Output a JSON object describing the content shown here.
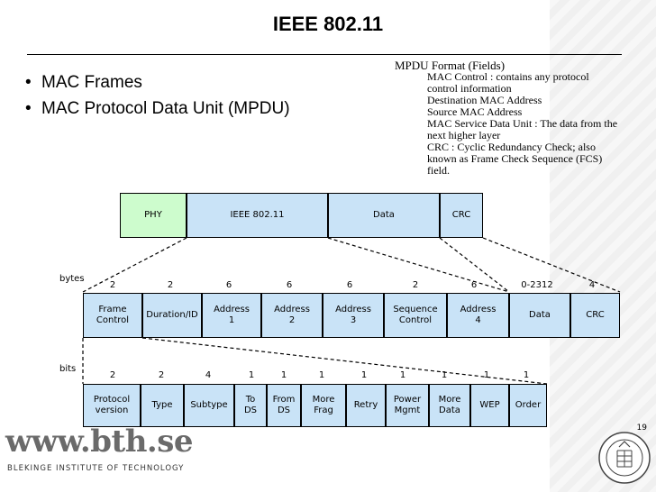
{
  "title": "IEEE 802.11",
  "bullets": [
    "MAC Frames",
    "MAC Protocol Data Unit (MPDU)"
  ],
  "mpdu_fields": {
    "heading": "MPDU Format (Fields)",
    "items": [
      "MAC Control : contains any protocol control information",
      "Destination MAC Address",
      "Source MAC Address",
      "MAC Service Data Unit : The data from the next higher layer",
      "CRC : Cyclic Redundancy Check; also known as Frame Check Sequence (FCS) field."
    ]
  },
  "top_frame": [
    "PHY",
    "IEEE 802.11",
    "Data",
    "CRC"
  ],
  "bytes_label": "bytes",
  "mac_frame": {
    "sizes": [
      "2",
      "2",
      "6",
      "6",
      "6",
      "2",
      "6",
      "0-2312",
      "4"
    ],
    "fields": [
      "Frame Control",
      "Duration/ID",
      "Address 1",
      "Address 2",
      "Address 3",
      "Sequence Control",
      "Address 4",
      "Data",
      "CRC"
    ]
  },
  "bits_label": "bits",
  "frame_control": {
    "sizes": [
      "2",
      "2",
      "4",
      "1",
      "1",
      "1",
      "1",
      "1",
      "1",
      "1",
      "1"
    ],
    "fields": [
      "Protocol version",
      "Type",
      "Subtype",
      "To DS",
      "From DS",
      "More Frag",
      "Retry",
      "Power Mgmt",
      "More Data",
      "WEP",
      "Order"
    ]
  },
  "footer": {
    "logo_text": "www.bth.se",
    "institute": "BLEKINGE INSTITUTE OF TECHNOLOGY",
    "page_number": "19"
  },
  "colors": {
    "field_fill": "#c9e3f7",
    "phy_fill": "#cdfccd"
  },
  "icons": [
    "university-seal-icon"
  ]
}
